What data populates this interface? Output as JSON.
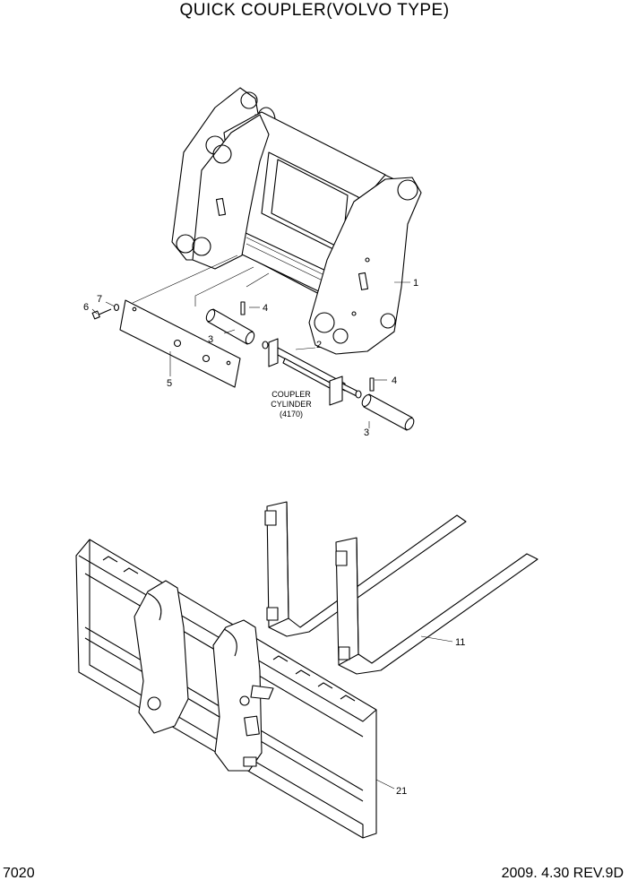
{
  "header": {
    "title": "QUICK COUPLER(VOLVO TYPE)"
  },
  "footer": {
    "page_code": "7020",
    "revision": "2009. 4.30  REV.9D"
  },
  "callouts": {
    "item_1": "1",
    "item_2": "2",
    "item_3a": "3",
    "item_3b": "3",
    "item_4a": "4",
    "item_4b": "4",
    "item_5": "5",
    "item_6": "6",
    "item_7": "7",
    "item_11": "11",
    "item_21": "21"
  },
  "notes": {
    "coupler_line1": "COUPLER",
    "coupler_line2": "CYLINDER",
    "coupler_line3": "(4170)"
  }
}
